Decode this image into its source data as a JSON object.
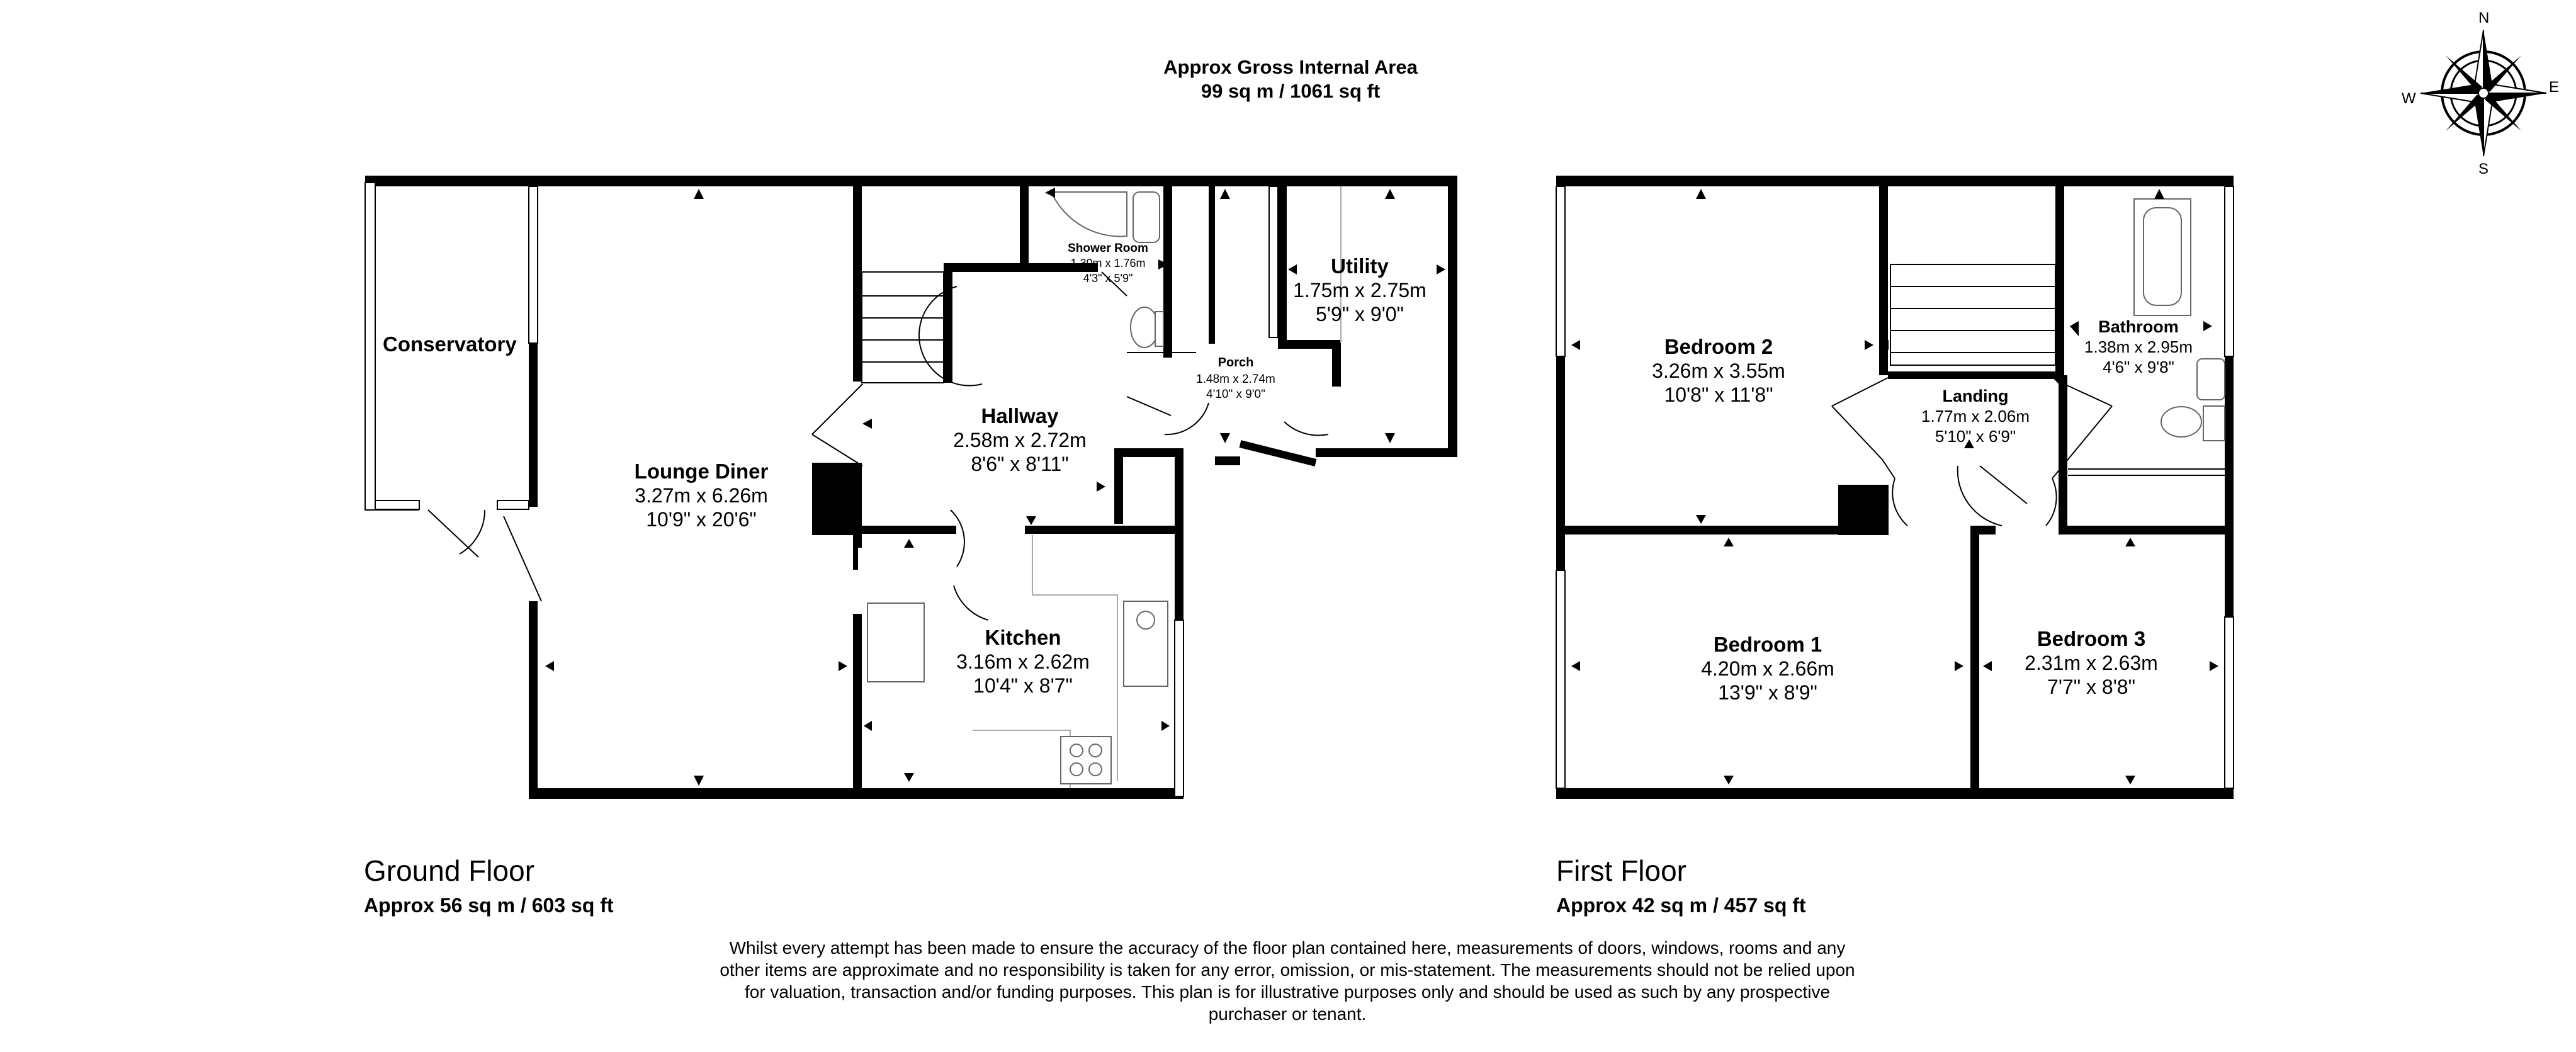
{
  "header": {
    "line1": "Approx Gross Internal Area",
    "line2": "99 sq m / 1061 sq ft"
  },
  "compass": {
    "n": "N",
    "e": "E",
    "s": "S",
    "w": "W"
  },
  "ground_floor": {
    "title": "Ground Floor",
    "area": "Approx 56 sq m / 603 sq ft",
    "rooms": {
      "conservatory": {
        "name": "Conservatory"
      },
      "lounge": {
        "name": "Lounge Diner",
        "metric": "3.27m x 6.26m",
        "imperial": "10'9\" x 20'6\""
      },
      "hallway": {
        "name": "Hallway",
        "metric": "2.58m x 2.72m",
        "imperial": "8'6\" x 8'11\""
      },
      "shower": {
        "name": "Shower Room",
        "metric": "1.30m x 1.76m",
        "imperial": "4'3\" x 5'9\""
      },
      "porch": {
        "name": "Porch",
        "metric": "1.48m x 2.74m",
        "imperial": "4'10\" x 9'0\""
      },
      "utility": {
        "name": "Utility",
        "metric": "1.75m x 2.75m",
        "imperial": "5'9\" x 9'0\""
      },
      "kitchen": {
        "name": "Kitchen",
        "metric": "3.16m x 2.62m",
        "imperial": "10'4\" x 8'7\""
      }
    }
  },
  "first_floor": {
    "title": "First Floor",
    "area": "Approx 42 sq m / 457 sq ft",
    "rooms": {
      "bedroom2": {
        "name": "Bedroom 2",
        "metric": "3.26m x 3.55m",
        "imperial": "10'8\" x 11'8\""
      },
      "landing": {
        "name": "Landing",
        "metric": "1.77m x 2.06m",
        "imperial": "5'10\" x 6'9\""
      },
      "bathroom": {
        "name": "Bathroom",
        "metric": "1.38m x 2.95m",
        "imperial": "4'6\" x 9'8\""
      },
      "bedroom1": {
        "name": "Bedroom 1",
        "metric": "4.20m x 2.66m",
        "imperial": "13'9\" x 8'9\""
      },
      "bedroom3": {
        "name": "Bedroom 3",
        "metric": "2.31m x 2.63m",
        "imperial": "7'7\" x 8'8\""
      }
    }
  },
  "disclaimer": "Whilst every attempt has been made to ensure the accuracy of the floor plan contained here, measurements of doors, windows, rooms and any other items are approximate and no responsibility is taken for any error, omission, or mis-statement. The measurements should not be relied upon for valuation, transaction and/or funding purposes. This plan is for illustrative purposes only and should be used as such by any prospective purchaser or tenant."
}
